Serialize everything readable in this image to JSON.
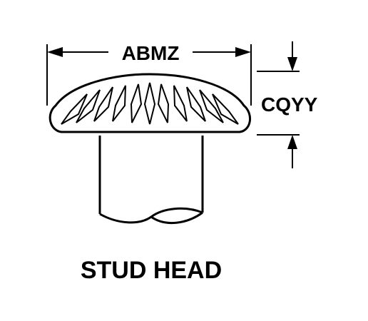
{
  "dimensions": {
    "width_label": "ABMZ",
    "height_label": "CQYY"
  },
  "caption": "STUD HEAD",
  "colors": {
    "ink": "#000000",
    "background": "#ffffff"
  }
}
